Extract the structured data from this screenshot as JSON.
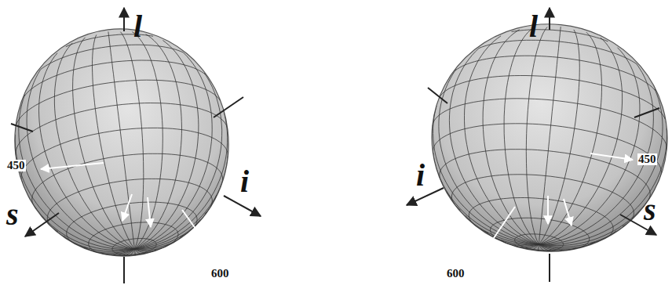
{
  "diagram": {
    "labels": [
      "l",
      "450",
      "s",
      "i",
      "600",
      "l",
      "i",
      "450",
      "s",
      "600"
    ]
  }
}
